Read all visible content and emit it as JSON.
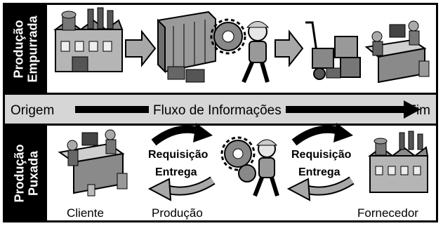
{
  "sections": {
    "push_label": [
      "Produção",
      "Empurrada"
    ],
    "pull_label": [
      "Produção",
      "Puxada"
    ]
  },
  "info_flow": {
    "start": "Origem",
    "label": "Fluxo de Informações",
    "end": "Fim"
  },
  "pull": {
    "requisicao_left": "Requisição",
    "entrega_left": "Entrega",
    "requisicao_right": "Requisição",
    "entrega_right": "Entrega",
    "cliente": "Cliente",
    "producao": "Produção",
    "fornecedor": "Fornecedor"
  },
  "icons": [
    "factory-icon",
    "shipping-container-icon",
    "worker-with-gear-icon",
    "hand-truck-boxes-icon",
    "office-desk-icon"
  ],
  "colors": {
    "border": "#000000",
    "band": "#d6d6d6",
    "arrow_gray": "#a8a8a8",
    "arrow_black": "#000000"
  }
}
